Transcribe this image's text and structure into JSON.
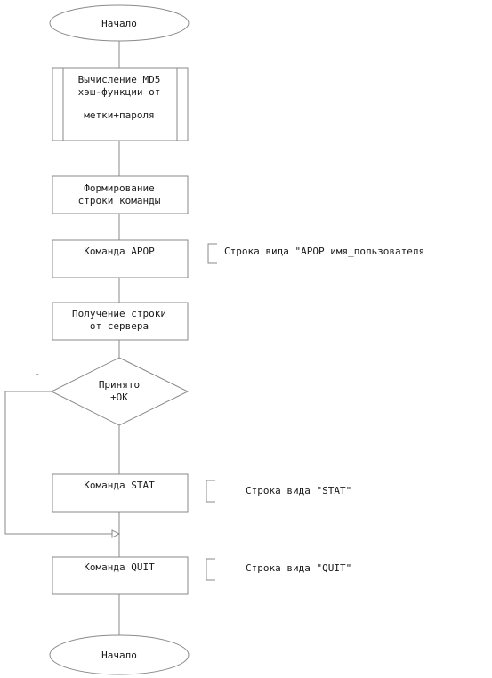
{
  "flowchart": {
    "start": {
      "label": "Начало"
    },
    "md5": {
      "line1": "Вычисление MD5",
      "line2": "хэш-функции от",
      "line3": "метки+пароля"
    },
    "build_cmd": {
      "line1": "Формирование",
      "line2": "строки команды"
    },
    "apop": {
      "label": "Команда APOP"
    },
    "apop_note": {
      "label": "Строка вида \"APOP имя_пользователя"
    },
    "receive": {
      "line1": "Получение строки",
      "line2": "от сервера"
    },
    "decision": {
      "line1": "Принято",
      "line2": "+OK",
      "no_label": "-"
    },
    "stat": {
      "label": "Команда STAT"
    },
    "stat_note": {
      "label": "Строка вида \"STAT\""
    },
    "quit": {
      "label": "Команда QUIT"
    },
    "quit_note": {
      "label": "Строка вида \"QUIT\""
    },
    "end": {
      "label": "Начало"
    }
  }
}
